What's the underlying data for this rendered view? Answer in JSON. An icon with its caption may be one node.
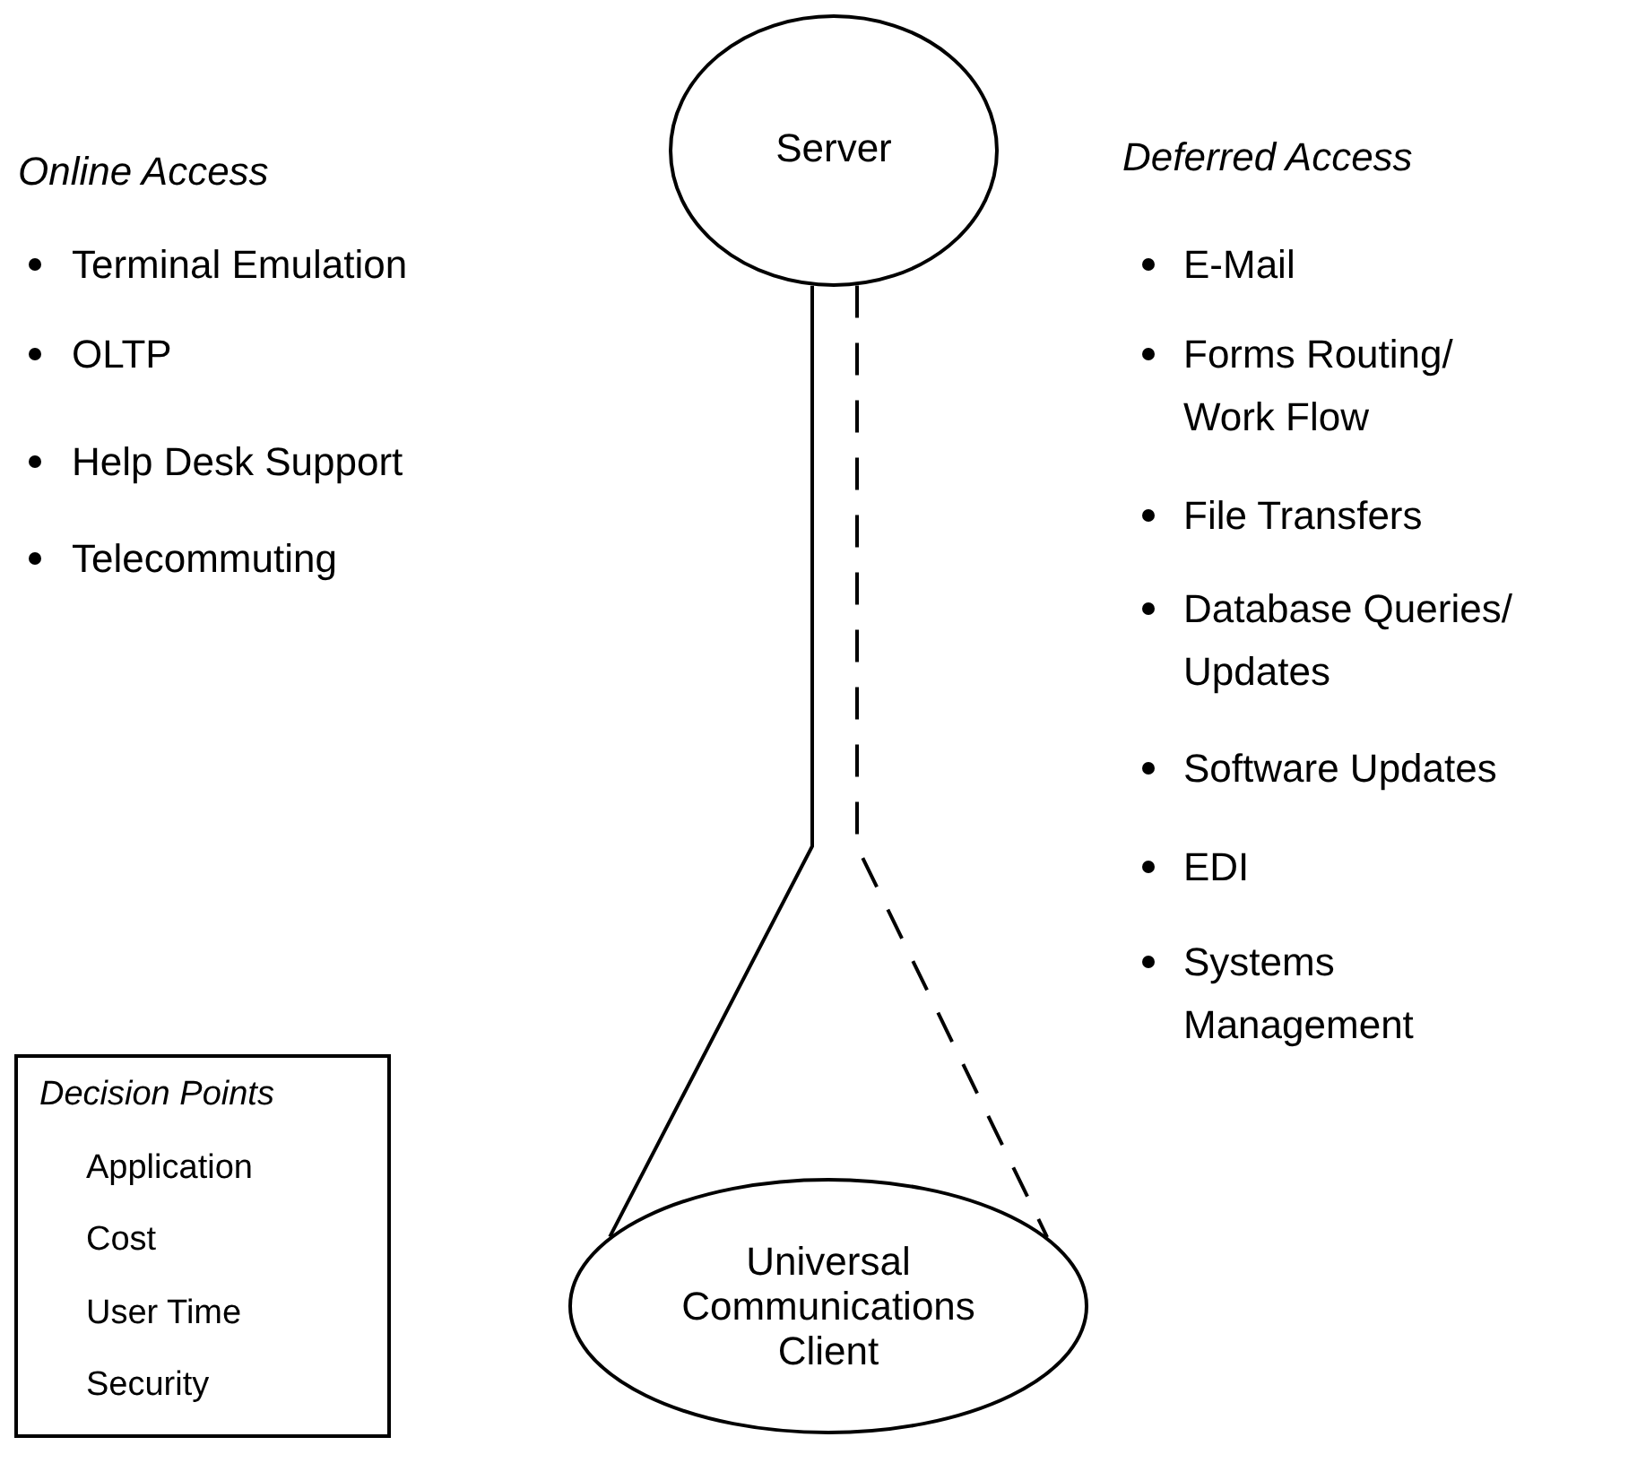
{
  "diagram": {
    "nodes": [
      {
        "text": [
          "Server"
        ]
      },
      {
        "text": [
          "Universal Communications Client"
        ]
      },
      {
        "text": [
          "Decision Points",
          "Application",
          "Cost",
          "User Time",
          "Security"
        ]
      }
    ],
    "edges": [
      {
        "from": 0,
        "to": 1,
        "arrow": "none"
      },
      {
        "from": 0,
        "to": 1,
        "arrow": "none",
        "style": "dashed"
      }
    ],
    "labels": [
      "Online Access",
      "Terminal Emulation",
      "OLTP",
      "Help Desk Support",
      "Telecommuting",
      "Deferred Access",
      "E-Mail",
      "Forms Routing/ Work Flow",
      "File Transfers",
      "Database Queries/ Updates",
      "Software Updates",
      "EDI",
      "Systems Management"
    ]
  }
}
